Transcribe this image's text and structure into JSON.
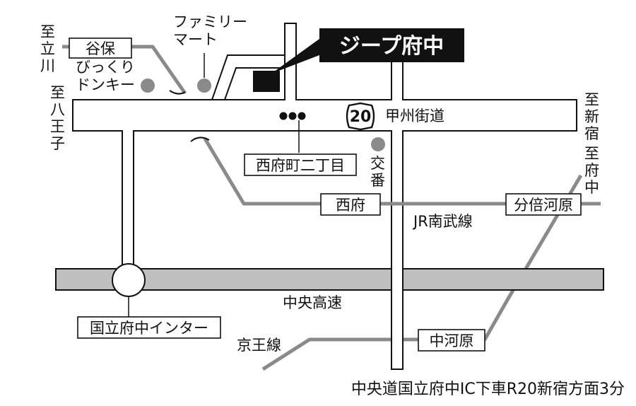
{
  "title": "ジープ府中",
  "route": {
    "number": "20",
    "name": "甲州街道"
  },
  "directions": {
    "tachikawa": [
      "至",
      "立",
      "川"
    ],
    "hachioji": [
      "至",
      "八",
      "王",
      "子"
    ],
    "shinjuku": [
      "至",
      "新",
      "宿"
    ],
    "fuchu": [
      "至",
      "府",
      "中"
    ]
  },
  "stations": {
    "yaho": "谷保",
    "nishifu": "西府",
    "bubaigawara": "分倍河原",
    "nakagawara": "中河原"
  },
  "lines": {
    "nambu": "JR南武線",
    "keio": "京王線",
    "expressway": "中央高速"
  },
  "landmarks": {
    "familymart": [
      "ファミリー",
      "マート"
    ],
    "donki": [
      "びっくり",
      "ドンキー"
    ],
    "koban": [
      "交",
      "番"
    ],
    "intersection": "西府町二丁目",
    "interchange": "国立府中インター"
  },
  "footer": "中央道国立府中IC下車R20新宿方面3分",
  "colors": {
    "rail": "#8a8a8a",
    "title_bg": "#111111",
    "expressway": "#bfbfbf"
  }
}
